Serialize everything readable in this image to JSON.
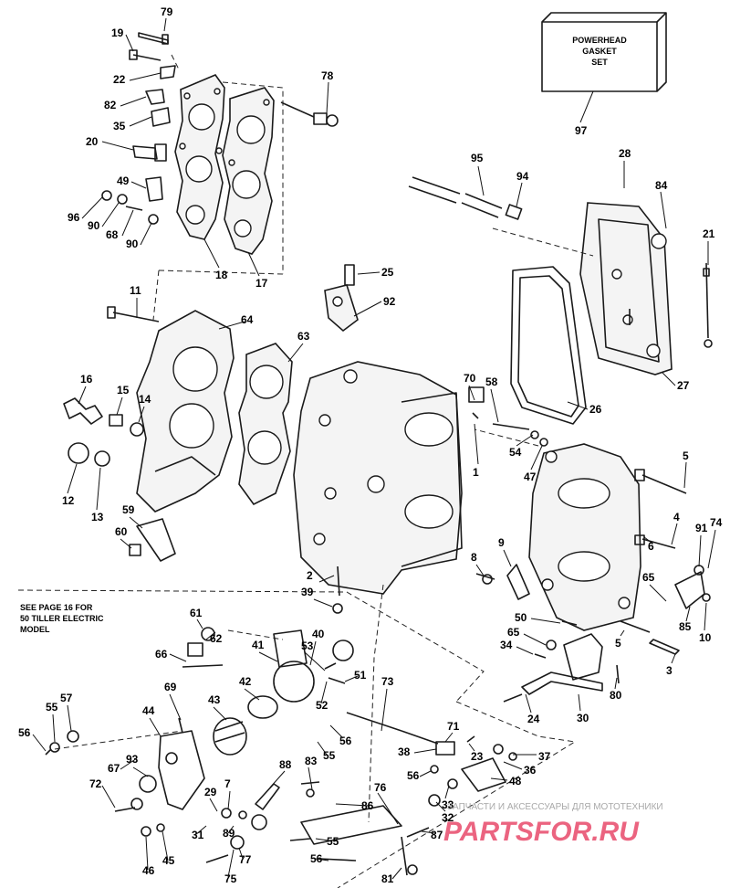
{
  "note": [
    "SEE PAGE 16 FOR",
    "50 TILLER ELECTRIC",
    "MODEL"
  ],
  "gasket_box": [
    "POWERHEAD",
    "GASKET",
    "SET"
  ],
  "watermark": {
    "caption": "ЗАПЧАСТИ И АКСЕССУАРЫ ДЛЯ МОТОТЕХНИКИ",
    "brand": "PARTSFOR.RU",
    "color": "#e84a6a"
  },
  "callouts": [
    "79",
    "19",
    "22",
    "82",
    "35",
    "20",
    "49",
    "96",
    "90",
    "68",
    "90",
    "18",
    "17",
    "78",
    "97",
    "95",
    "94",
    "28",
    "84",
    "21",
    "25",
    "92",
    "11",
    "64",
    "63",
    "16",
    "15",
    "14",
    "12",
    "13",
    "70",
    "58",
    "26",
    "27",
    "1",
    "54",
    "47",
    "5",
    "4",
    "6",
    "91",
    "74",
    "8",
    "9",
    "59",
    "60",
    "2",
    "39",
    "65",
    "85",
    "10",
    "50",
    "65",
    "34",
    "5",
    "3",
    "30",
    "24",
    "80",
    "61",
    "62",
    "66",
    "40",
    "53",
    "41",
    "51",
    "52",
    "42",
    "73",
    "69",
    "57",
    "55",
    "56",
    "44",
    "43",
    "56",
    "55",
    "71",
    "23",
    "37",
    "38",
    "36",
    "56",
    "48",
    "33",
    "32",
    "67",
    "93",
    "72",
    "83",
    "88",
    "7",
    "29",
    "76",
    "86",
    "89",
    "31",
    "45",
    "46",
    "77",
    "75",
    "55",
    "56",
    "87",
    "81"
  ]
}
